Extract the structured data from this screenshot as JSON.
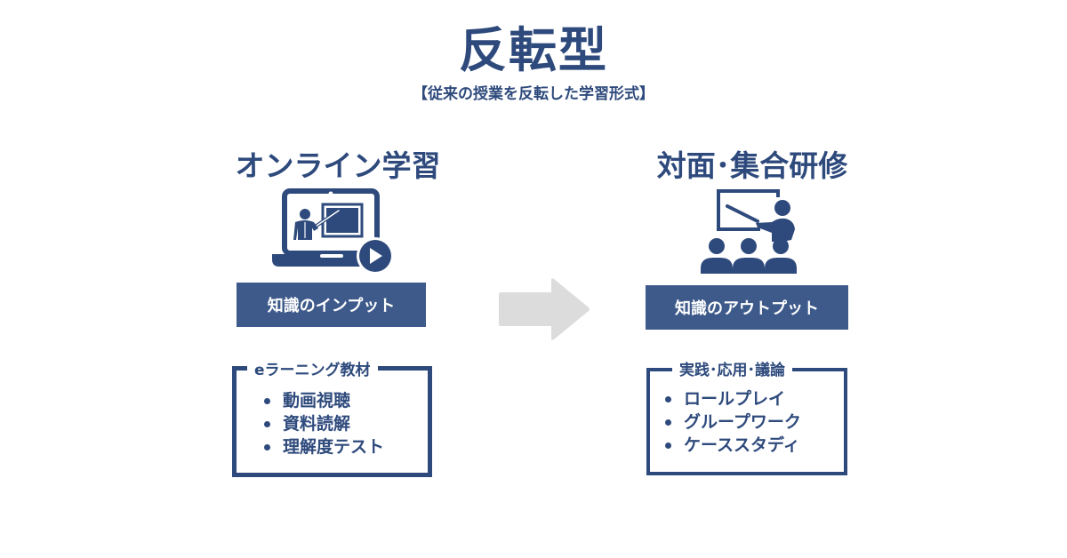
{
  "title": "反転型",
  "subtitle": "【従来の授業を反転した学習形式】",
  "colors": {
    "primary": "#2e4a7c",
    "label_box": "#3e5a8a",
    "arrow": "#dcdcdc",
    "background": "#ffffff"
  },
  "left": {
    "heading": "オンライン学習",
    "icon": "laptop-presentation-play-icon",
    "label": "知識のインプット",
    "frame_title": "eラーニング教材",
    "items": [
      "動画視聴",
      "資料読解",
      "理解度テスト"
    ]
  },
  "arrow": {
    "icon": "right-arrow-icon"
  },
  "right": {
    "heading": "対面･集合研修",
    "icon": "classroom-presenter-icon",
    "label": "知識のアウトプット",
    "frame_title": "実践･応用･議論",
    "items": [
      "ロールプレイ",
      "グループワーク",
      "ケーススタディ"
    ]
  }
}
